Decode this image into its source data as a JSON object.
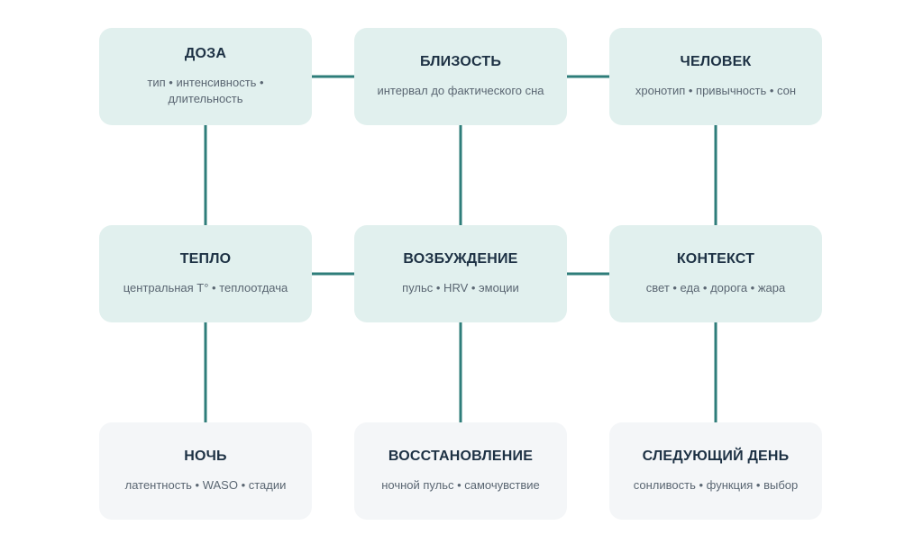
{
  "nodes": {
    "dose": {
      "title": "ДОЗА",
      "desc": "тип • интенсивность • длительность"
    },
    "proximity": {
      "title": "БЛИЗОСТЬ",
      "desc": "интервал до фактического сна"
    },
    "person": {
      "title": "ЧЕЛОВЕК",
      "desc": "хронотип • привычность • сон"
    },
    "heat": {
      "title": "ТЕПЛО",
      "desc": "центральная T° • теплоотдача"
    },
    "arousal": {
      "title": "ВОЗБУЖДЕНИЕ",
      "desc": "пульс • HRV • эмоции"
    },
    "context": {
      "title": "КОНТЕКСТ",
      "desc": "свет • еда • дорога • жара"
    },
    "night": {
      "title": "НОЧЬ",
      "desc": "латентность • WASO • стадии"
    },
    "recovery": {
      "title": "ВОССТАНОВЛЕНИЕ",
      "desc": "ночной пульс • самочувствие"
    },
    "nextday": {
      "title": "СЛЕДУЮЩИЙ ДЕНЬ",
      "desc": "сонливость • функция • выбор"
    }
  },
  "colors": {
    "primary_fill": "#e1f0ee",
    "outcome_fill": "#f4f6f8",
    "connector": "#2e7d7a",
    "title_text": "#1d3144",
    "desc_text": "#5a6672"
  }
}
